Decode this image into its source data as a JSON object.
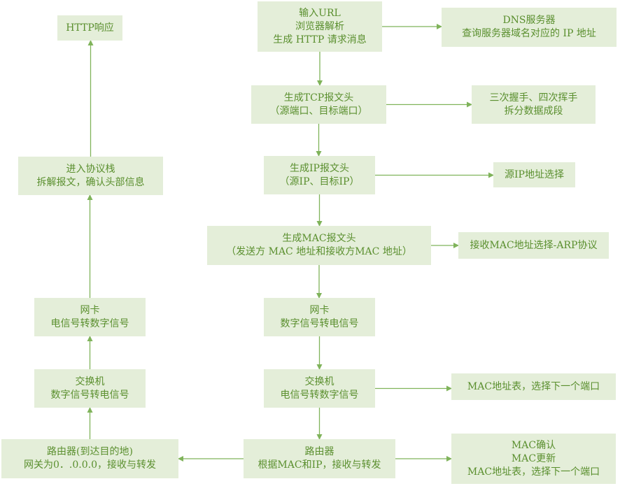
{
  "nodes": {
    "http_response": {
      "lines": [
        "HTTP响应"
      ]
    },
    "input_url": {
      "lines": [
        "输入URL",
        "浏览器解析",
        "生成 HTTP 请求消息"
      ]
    },
    "dns": {
      "lines": [
        "DNS服务器",
        "查询服务器域名对应的 IP 地址"
      ]
    },
    "tcp_header": {
      "lines": [
        "生成TCP报文头",
        "（源端口、目标端口）"
      ]
    },
    "handshake": {
      "lines": [
        "三次握手、四次挥手",
        "拆分数据成段"
      ]
    },
    "ip_header": {
      "lines": [
        "生成IP报文头",
        "（源IP、目标IP）"
      ]
    },
    "ip_select": {
      "lines": [
        "源IP地址选择"
      ]
    },
    "stack": {
      "lines": [
        "进入协议栈",
        "拆解报文，确认头部信息"
      ]
    },
    "mac_header": {
      "lines": [
        "生成MAC报文头",
        "（发送方 MAC 地址和接收方MAC 地址）"
      ]
    },
    "arp": {
      "lines": [
        "接收MAC地址选择-ARP协议"
      ]
    },
    "nic_left": {
      "lines": [
        "网卡",
        "电信号转数字信号"
      ]
    },
    "nic_right": {
      "lines": [
        "网卡",
        "数字信号转电信号"
      ]
    },
    "switch_left": {
      "lines": [
        "交换机",
        "数字信号转电信号"
      ]
    },
    "switch_right": {
      "lines": [
        "交换机",
        "电信号转数字信号"
      ]
    },
    "mac_table": {
      "lines": [
        "MAC地址表，选择下一个端口"
      ]
    },
    "router_left": {
      "lines": [
        "路由器(到达目的地)",
        "网关为0．.0.0.0，接收与转发"
      ]
    },
    "router_right": {
      "lines": [
        "路由器",
        "根据MAC和IP，接收与转发"
      ]
    },
    "mac_confirm": {
      "lines": [
        "MAC确认",
        "MAC更新",
        "MAC地址表，选择下一个端口"
      ]
    }
  },
  "edges": [
    [
      "input_url",
      "dns"
    ],
    [
      "input_url",
      "tcp_header"
    ],
    [
      "tcp_header",
      "handshake"
    ],
    [
      "tcp_header",
      "ip_header"
    ],
    [
      "ip_header",
      "ip_select"
    ],
    [
      "ip_header",
      "mac_header"
    ],
    [
      "mac_header",
      "arp"
    ],
    [
      "mac_header",
      "nic_right"
    ],
    [
      "nic_right",
      "switch_right"
    ],
    [
      "switch_right",
      "mac_table"
    ],
    [
      "switch_right",
      "router_right"
    ],
    [
      "router_right",
      "mac_confirm"
    ],
    [
      "router_right",
      "router_left"
    ],
    [
      "router_left",
      "switch_left"
    ],
    [
      "switch_left",
      "nic_left"
    ],
    [
      "nic_left",
      "stack"
    ],
    [
      "stack",
      "http_response"
    ]
  ],
  "colors": {
    "box_fill": "#e4eed9",
    "text": "#5a8f2e",
    "arrow": "#7fb35a"
  }
}
